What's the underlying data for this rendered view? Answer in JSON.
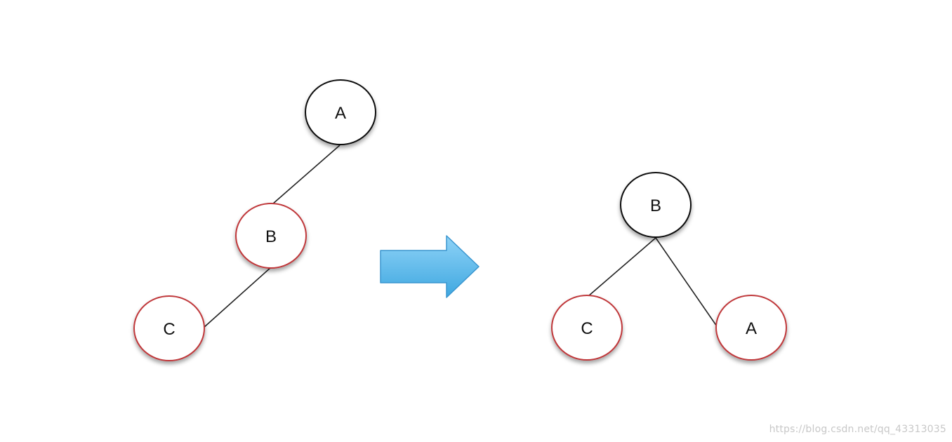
{
  "diagrams": [
    {
      "id": "before",
      "nodes": [
        {
          "id": "A",
          "label": "A",
          "color": "black"
        },
        {
          "id": "B",
          "label": "B",
          "color": "red"
        },
        {
          "id": "C",
          "label": "C",
          "color": "red"
        }
      ],
      "edges": [
        {
          "from": "A",
          "to": "B"
        },
        {
          "from": "B",
          "to": "C"
        }
      ]
    },
    {
      "id": "after",
      "nodes": [
        {
          "id": "B",
          "label": "B",
          "color": "black"
        },
        {
          "id": "C",
          "label": "C",
          "color": "red"
        },
        {
          "id": "A",
          "label": "A",
          "color": "red"
        }
      ],
      "edges": [
        {
          "from": "B",
          "to": "C"
        },
        {
          "from": "B",
          "to": "A"
        }
      ]
    }
  ],
  "arrow": {
    "direction": "right",
    "color": "#5bb8ea"
  },
  "colors": {
    "black_node_border": "#111111",
    "red_node_border": "#c0393b",
    "edge": "#222222"
  },
  "watermark": "https://blog.csdn.net/qq_43313035"
}
